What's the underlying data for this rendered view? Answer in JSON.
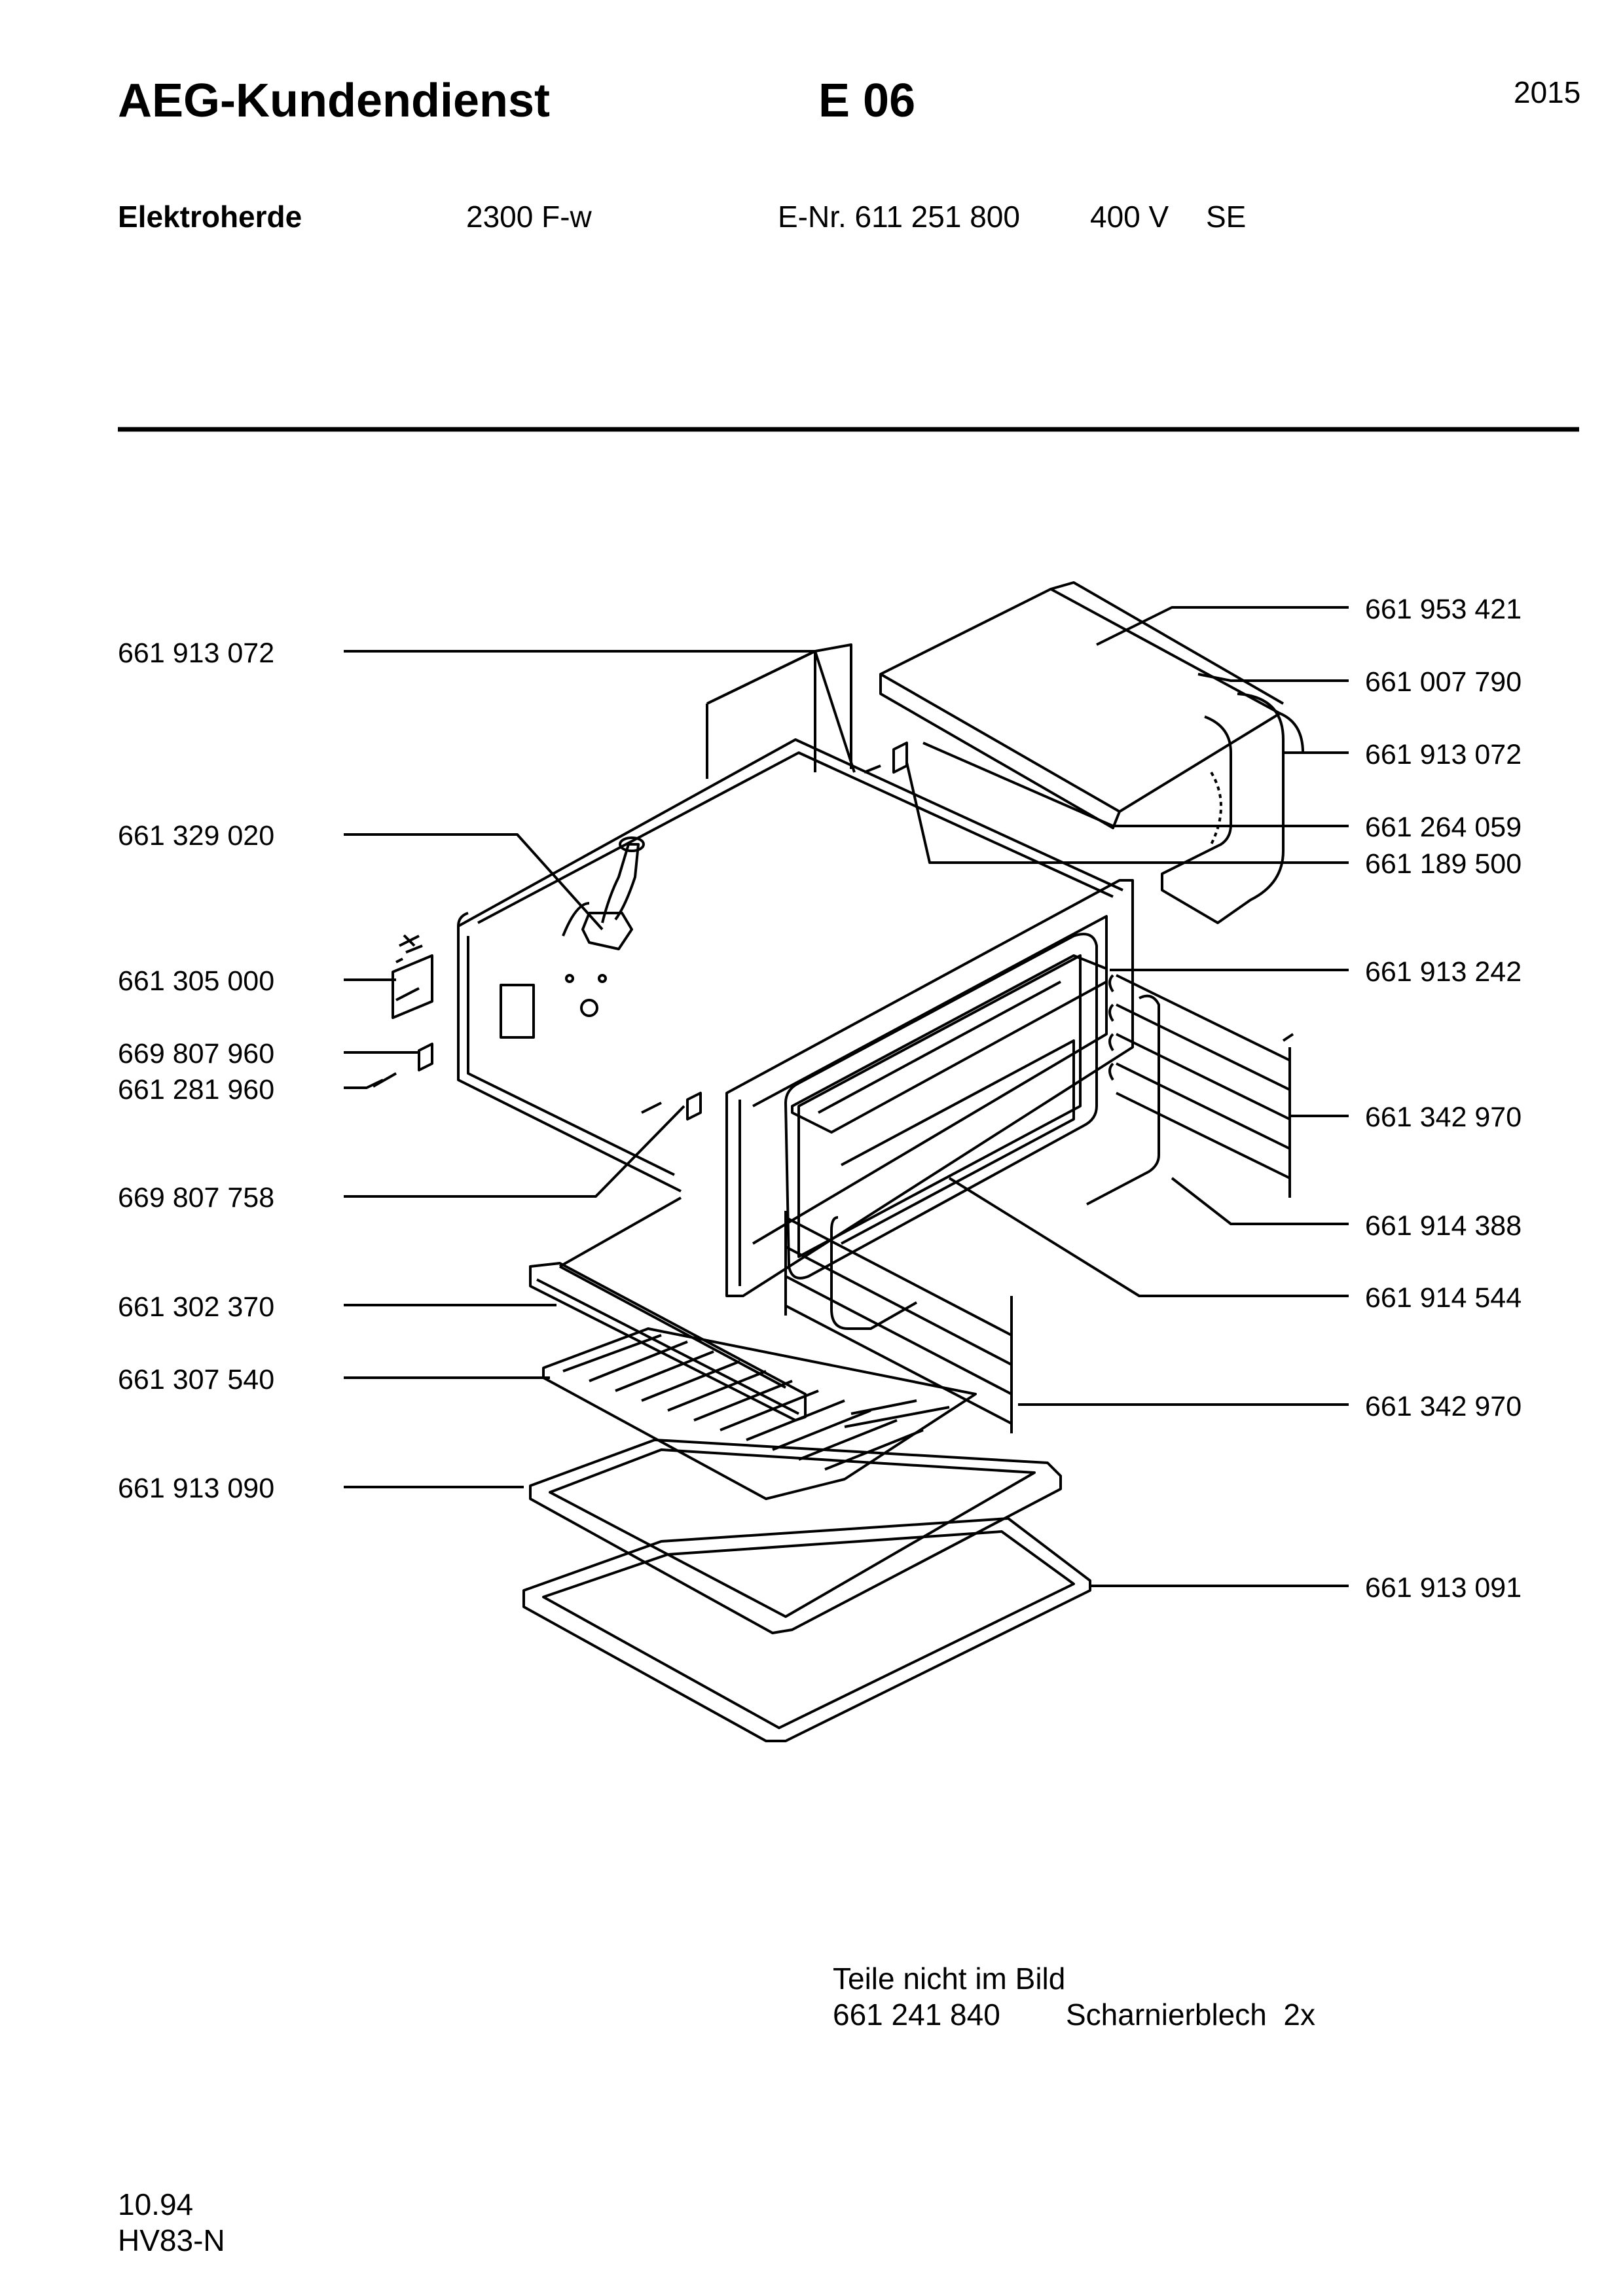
{
  "header": {
    "title": "AEG-Kundendienst",
    "code": "E 06",
    "year": "2015"
  },
  "product": {
    "category": "Elektroherde",
    "model": "2300 F-w",
    "enr": "E-Nr. 611 251 800",
    "voltage": "400 V",
    "variant": "SE"
  },
  "parts_left": [
    "661 913 072",
    "661 329 020",
    "661 305 000",
    "669 807 960",
    "661 281 960",
    "669 807 758",
    "661 302 370",
    "661 307 540",
    "661 913 090"
  ],
  "parts_right": [
    "661 953 421",
    "661 007 790",
    "661 913 072",
    "661 264 059",
    "661 189 500",
    "661 913 242",
    "661 342 970",
    "661 914 388",
    "661 914 544",
    "661 342 970",
    "661 913 091"
  ],
  "notes": {
    "heading": "Teile nicht im Bild",
    "part_no": "661 241 840",
    "part_desc": "Scharnierblech  2x"
  },
  "footer": {
    "date": "10.94",
    "ref": "HV83-N"
  }
}
